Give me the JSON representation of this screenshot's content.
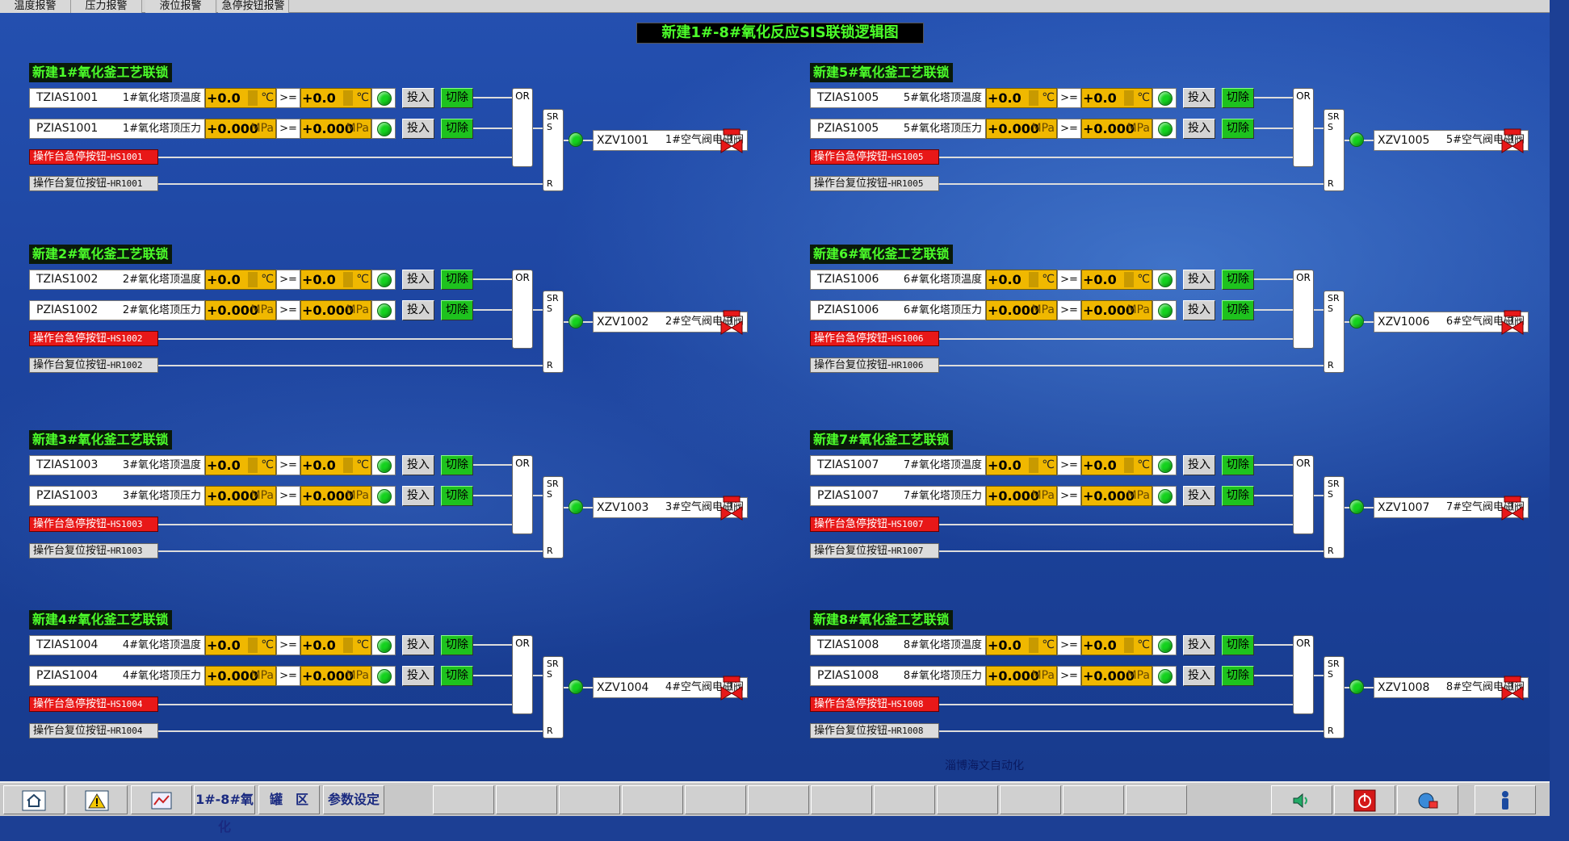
{
  "top_tabs": [
    "温度报警",
    "压力报警",
    "液位报警",
    "急停按钮报警"
  ],
  "title": "新建1#-8#氧化反应SIS联锁逻辑图",
  "groups": [
    {
      "title": "新建1#氧化釜工艺联锁",
      "t_tag": "TZIAS1001",
      "t_desc": "1#氧化塔顶温度",
      "p_tag": "PZIAS1001",
      "p_desc": "1#氧化塔顶压力",
      "estop": "操作台急停按钮-",
      "estop_code": "HS1001",
      "reset": "操作台复位按钮-",
      "reset_code": "HR1001",
      "xzv": "XZV1001",
      "xzv_desc": "1#空气阀电磁阀"
    },
    {
      "title": "新建2#氧化釜工艺联锁",
      "t_tag": "TZIAS1002",
      "t_desc": "2#氧化塔顶温度",
      "p_tag": "PZIAS1002",
      "p_desc": "2#氧化塔顶压力",
      "estop": "操作台急停按钮-",
      "estop_code": "HS1002",
      "reset": "操作台复位按钮-",
      "reset_code": "HR1002",
      "xzv": "XZV1002",
      "xzv_desc": "2#空气阀电磁阀"
    },
    {
      "title": "新建3#氧化釜工艺联锁",
      "t_tag": "TZIAS1003",
      "t_desc": "3#氧化塔顶温度",
      "p_tag": "PZIAS1003",
      "p_desc": "3#氧化塔顶压力",
      "estop": "操作台急停按钮-",
      "estop_code": "HS1003",
      "reset": "操作台复位按钮-",
      "reset_code": "HR1003",
      "xzv": "XZV1003",
      "xzv_desc": "3#空气阀电磁阀"
    },
    {
      "title": "新建4#氧化釜工艺联锁",
      "t_tag": "TZIAS1004",
      "t_desc": "4#氧化塔顶温度",
      "p_tag": "PZIAS1004",
      "p_desc": "4#氧化塔顶压力",
      "estop": "操作台急停按钮-",
      "estop_code": "HS1004",
      "reset": "操作台复位按钮-",
      "reset_code": "HR1004",
      "xzv": "XZV1004",
      "xzv_desc": "4#空气阀电磁阀"
    },
    {
      "title": "新建5#氧化釜工艺联锁",
      "t_tag": "TZIAS1005",
      "t_desc": "5#氧化塔顶温度",
      "p_tag": "PZIAS1005",
      "p_desc": "5#氧化塔顶压力",
      "estop": "操作台急停按钮-",
      "estop_code": "HS1005",
      "reset": "操作台复位按钮-",
      "reset_code": "HR1005",
      "xzv": "XZV1005",
      "xzv_desc": "5#空气阀电磁阀"
    },
    {
      "title": "新建6#氧化釜工艺联锁",
      "t_tag": "TZIAS1006",
      "t_desc": "6#氧化塔顶温度",
      "p_tag": "PZIAS1006",
      "p_desc": "6#氧化塔顶压力",
      "estop": "操作台急停按钮-",
      "estop_code": "HS1006",
      "reset": "操作台复位按钮-",
      "reset_code": "HR1006",
      "xzv": "XZV1006",
      "xzv_desc": "6#空气阀电磁阀"
    },
    {
      "title": "新建7#氧化釜工艺联锁",
      "t_tag": "TZIAS1007",
      "t_desc": "7#氧化塔顶温度",
      "p_tag": "PZIAS1007",
      "p_desc": "7#氧化塔顶压力",
      "estop": "操作台急停按钮-",
      "estop_code": "HS1007",
      "reset": "操作台复位按钮-",
      "reset_code": "HR1007",
      "xzv": "XZV1007",
      "xzv_desc": "7#空气阀电磁阀"
    },
    {
      "title": "新建8#氧化釜工艺联锁",
      "t_tag": "TZIAS1008",
      "t_desc": "8#氧化塔顶温度",
      "p_tag": "PZIAS1008",
      "p_desc": "8#氧化塔顶压力",
      "estop": "操作台急停按钮-",
      "estop_code": "HS1008",
      "reset": "操作台复位按钮-",
      "reset_code": "HR1008",
      "xzv": "XZV1008",
      "xzv_desc": "8#空气阀电磁阀"
    }
  ],
  "common": {
    "temp_value": "+0.0",
    "temp_unit": "℃",
    "temp_setpoint": "+0.0",
    "press_value": "+0.000",
    "press_unit": "MPa",
    "press_setpoint": "+0.000",
    "compare": ">=",
    "enable_label": "投入",
    "bypass_label": "切除",
    "or_label": "OR",
    "sr_label": "SR",
    "s_label": "S",
    "r_label": "R"
  },
  "brand": "淄博海文自动化",
  "footer": {
    "icons": [
      "home-icon",
      "warning-icon",
      "trend-icon"
    ],
    "buttons": [
      "1#-8#氧化",
      "罐　区",
      "参数设定"
    ],
    "right_icons": [
      "speaker-icon",
      "power-icon",
      "network-icon",
      "user-icon"
    ]
  },
  "colors": {
    "led_green": "#14d21e",
    "value_amber": "#f0b800",
    "estop_red": "#e81818",
    "bypass_green": "#1ec21e",
    "title_green": "#4cff2a"
  }
}
